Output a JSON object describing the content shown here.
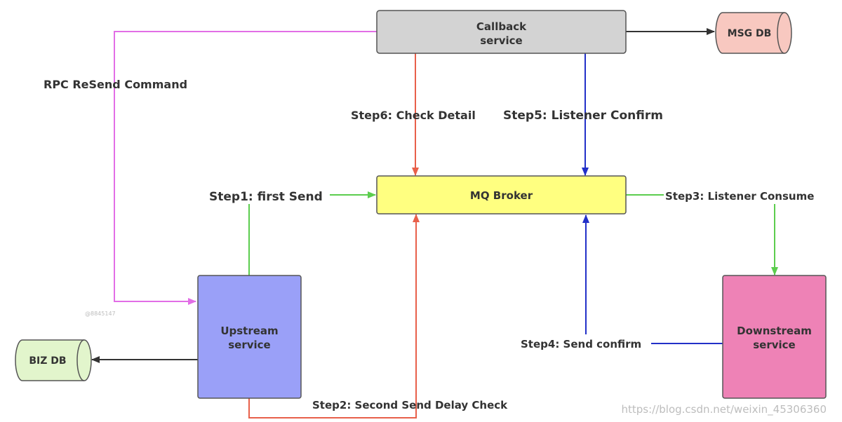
{
  "nodes": {
    "callback": {
      "line1": "Callback",
      "line2": "service"
    },
    "mq_broker": {
      "label": "MQ Broker"
    },
    "upstream": {
      "line1": "Upstream",
      "line2": "service"
    },
    "downstream": {
      "line1": "Downstream",
      "line2": "service"
    },
    "msg_db": {
      "label": "MSG DB"
    },
    "biz_db": {
      "label": "BIZ DB"
    }
  },
  "edges": {
    "rpc_resend": "RPC ReSend Command",
    "step1": "Step1:  first Send",
    "step2": "Step2:  Second Send Delay Check",
    "step3": "Step3:  Listener Consume",
    "step4": "Step4:  Send confirm",
    "step5": "Step5:   Listener Confirm",
    "step6": "Step6:   Check Detail"
  },
  "watermarks": {
    "corner": "https://blog.csdn.net/weixin_45306360",
    "small": "@8845147"
  },
  "colors": {
    "callback_fill": "#d3d3d3",
    "mq_fill": "#ffff80",
    "upstream_fill": "#9aa0f8",
    "downstream_fill": "#ee82b6",
    "msg_db_fill": "#f8c8c0",
    "biz_db_fill": "#e2f5cc",
    "rpc_edge": "#e26ee6",
    "step1_edge": "#5ccd4e",
    "step2_edge": "#e8604a",
    "step3_edge": "#5ccd4e",
    "step4_edge": "#2230c8",
    "step5_edge": "#2230c8",
    "step6_edge": "#e8604a",
    "db_edge": "#333333"
  }
}
